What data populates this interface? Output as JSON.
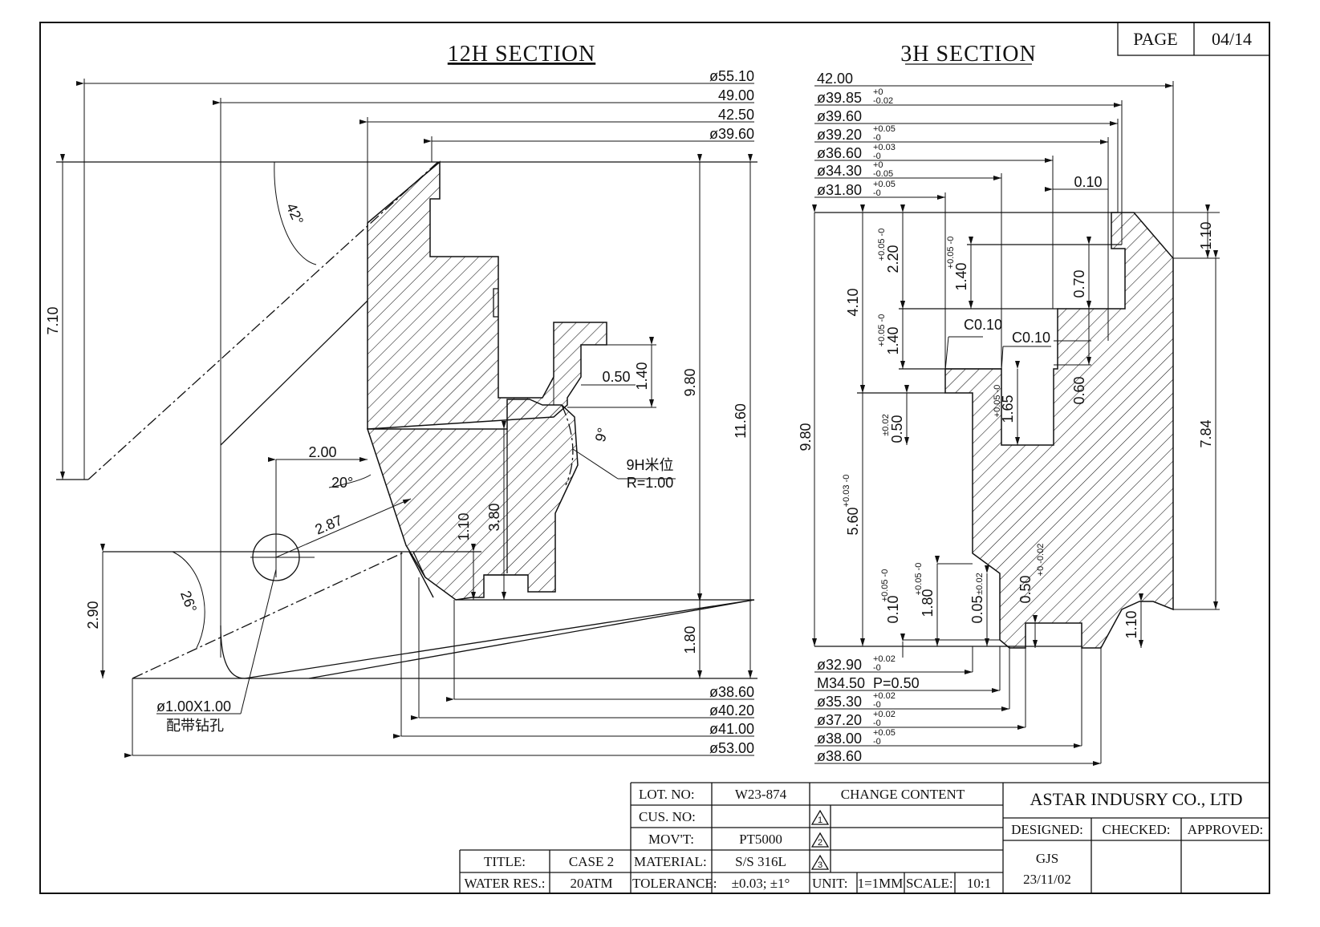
{
  "page": {
    "label": "PAGE",
    "number": "04/14"
  },
  "sections": {
    "left_title": "12H SECTION",
    "right_title": "3H SECTION"
  },
  "left_dims": {
    "top": [
      "ø55.10",
      "49.00",
      "42.50",
      "ø39.60"
    ],
    "bottom": [
      "ø38.60",
      "ø40.20",
      "ø41.00",
      "ø53.00"
    ],
    "angle_42": "42°",
    "angle_20": "20°",
    "angle_26": "26°",
    "angle_9": "9°",
    "v_710": "7.10",
    "v_980": "9.80",
    "v_1160": "11.60",
    "v_290": "2.90",
    "v_180": "1.80",
    "v_140": "1.40",
    "v_110": "1.10",
    "v_380": "3.80",
    "h_050": "0.50",
    "h_200": "2.00",
    "h_287": "2.87",
    "note_9h_1": "9H米位",
    "note_9h_2": "R=1.00",
    "hole_1": "ø1.00X1.00",
    "hole_2": "配带钻孔"
  },
  "right_dims": {
    "top": [
      {
        "main": "42.00",
        "tol_up": "",
        "tol_dn": ""
      },
      {
        "main": "ø39.85",
        "tol_up": "+0",
        "tol_dn": "-0.02"
      },
      {
        "main": "ø39.60",
        "tol_up": "",
        "tol_dn": ""
      },
      {
        "main": "ø39.20",
        "tol_up": "+0.05",
        "tol_dn": "-0"
      },
      {
        "main": "ø36.60",
        "tol_up": "+0.03",
        "tol_dn": "-0"
      },
      {
        "main": "ø34.30",
        "tol_up": "+0",
        "tol_dn": "-0.05"
      },
      {
        "main": "ø31.80",
        "tol_up": "+0.05",
        "tol_dn": "-0"
      }
    ],
    "bottom": [
      {
        "main": "ø32.90",
        "tol_up": "+0.02",
        "tol_dn": "-0"
      },
      {
        "main": "M34.50  P=0.50",
        "tol_up": "",
        "tol_dn": ""
      },
      {
        "main": "ø35.30",
        "tol_up": "+0.02",
        "tol_dn": "-0"
      },
      {
        "main": "ø37.20",
        "tol_up": "+0.02",
        "tol_dn": "-0"
      },
      {
        "main": "ø38.00",
        "tol_up": "+0.05",
        "tol_dn": "-0"
      },
      {
        "main": "ø38.60",
        "tol_up": "",
        "tol_dn": ""
      }
    ],
    "h_010": "0.10",
    "c010_a": "C0.10",
    "c010_b": "C0.10",
    "v_110_top": "1.10",
    "v_110_bot": "1.10",
    "v_784": "7.84",
    "v_980": "9.80",
    "v_410": "4.10",
    "v_220": "2.20",
    "v_220_tol": "+0.05 -0",
    "v_140a": "1.40",
    "v_140a_tol": "+0.05 -0",
    "v_140b": "1.40",
    "v_140b_tol": "+0.05 -0",
    "v_070": "0.70",
    "v_060": "0.60",
    "v_165": "1.65",
    "v_165_tol": "+0.05 -0",
    "v_050": "0.50",
    "v_050_tol": "±0.02",
    "v_560": "5.60",
    "v_560_tol": "+0.03 -0",
    "v_010": "0.10",
    "v_010_tol": "+0.05 -0",
    "v_180": "1.80",
    "v_180_tol": "+0.05 -0",
    "v_005": "0.05",
    "v_005_tol": "±0.02",
    "v_050b": "0.50",
    "v_050b_tol": "+0 -0.02"
  },
  "title_block": {
    "lot_label": "LOT. NO:",
    "lot_value": "W23-874",
    "cus_label": "CUS. NO:",
    "cus_value": "",
    "movt_label": "MOV'T:",
    "movt_value": "PT5000",
    "material_label": "MATERIAL:",
    "material_value": "S/S 316L",
    "tolerance_label": "TOLERANCE:",
    "tolerance_value": "±0.03; ±1°",
    "unit_label": "UNIT:",
    "unit_value": "1=1MM",
    "scale_label": "SCALE:",
    "scale_value": "10:1",
    "title_label": "TITLE:",
    "title_value": "CASE 2",
    "water_label": "WATER RES.:",
    "water_value": "20ATM",
    "change_header": "CHANGE CONTENT",
    "rev": [
      "1",
      "2",
      "3"
    ],
    "company": "ASTAR INDUSRY CO., LTD",
    "designed_label": "DESIGNED:",
    "checked_label": "CHECKED:",
    "approved_label": "APPROVED:",
    "designer": "GJS",
    "date": "23/11/02"
  }
}
